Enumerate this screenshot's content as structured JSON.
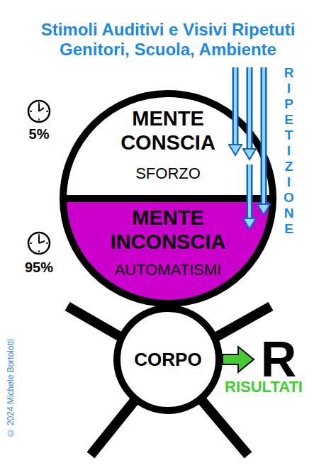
{
  "diagram": {
    "title": "Stimoli Auditivi e Visivi Ripetuti Genitori, Scuola, Ambiente",
    "nodes": [
      {
        "text": [
          "MENTE CONSCIA",
          "SFORZO"
        ]
      },
      {
        "text": [
          "MENTE INCONSCIA",
          "AUTOMATISMI"
        ]
      },
      {
        "text": [
          "CORPO"
        ]
      },
      {
        "text": [
          "R"
        ]
      }
    ],
    "edges": [
      {
        "from": 2,
        "to": 3,
        "label": "RISULTATI",
        "arrow": "to"
      }
    ],
    "labels": [
      "RIPETIZIONE",
      "5%",
      "95%",
      "© 2024 Michele Bortolotti"
    ]
  }
}
